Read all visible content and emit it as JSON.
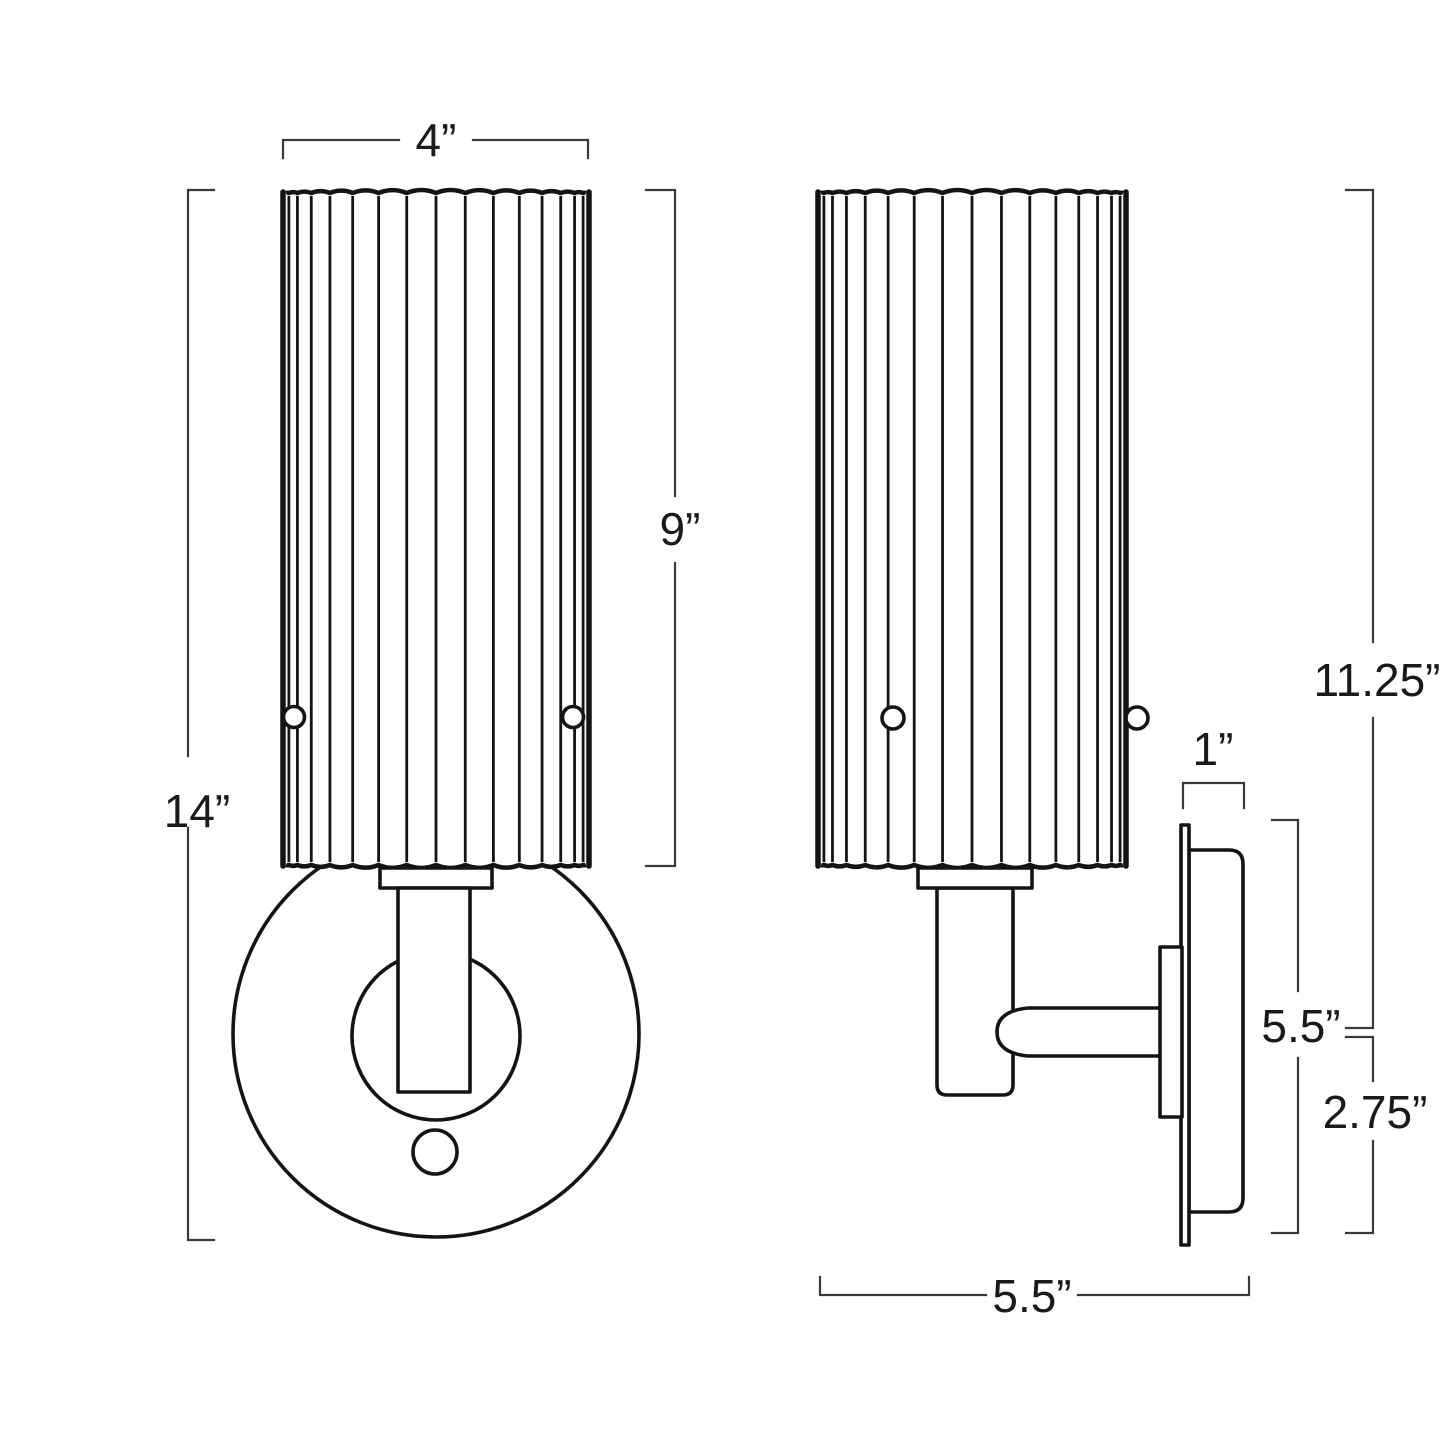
{
  "diagram": {
    "type": "technical-dimension-drawing",
    "subject": "wall sconce with ribbed cylindrical shade and round backplate",
    "views": [
      {
        "id": "front",
        "name": "front-view"
      },
      {
        "id": "side",
        "name": "side-view"
      }
    ]
  },
  "colors": {
    "outline": "#141414",
    "dimension_lines": "#3a3a3a",
    "text": "#1a1a1a",
    "background": "#ffffff"
  },
  "dimensions": {
    "front_width": {
      "label": "4”",
      "inches": 4
    },
    "front_shade_height": {
      "label": "9”",
      "inches": 9
    },
    "front_total_height": {
      "label": "14”",
      "inches": 14
    },
    "side_overall_height": {
      "label": "11.25”",
      "inches": 11.25
    },
    "side_plate_depth": {
      "label": "1”",
      "inches": 1
    },
    "side_backplate_height": {
      "label": "5.5”",
      "inches": 5.5
    },
    "side_below_center": {
      "label": "2.75”",
      "inches": 2.75
    },
    "side_total_depth": {
      "label": "5.5”",
      "inches": 5.5
    }
  }
}
